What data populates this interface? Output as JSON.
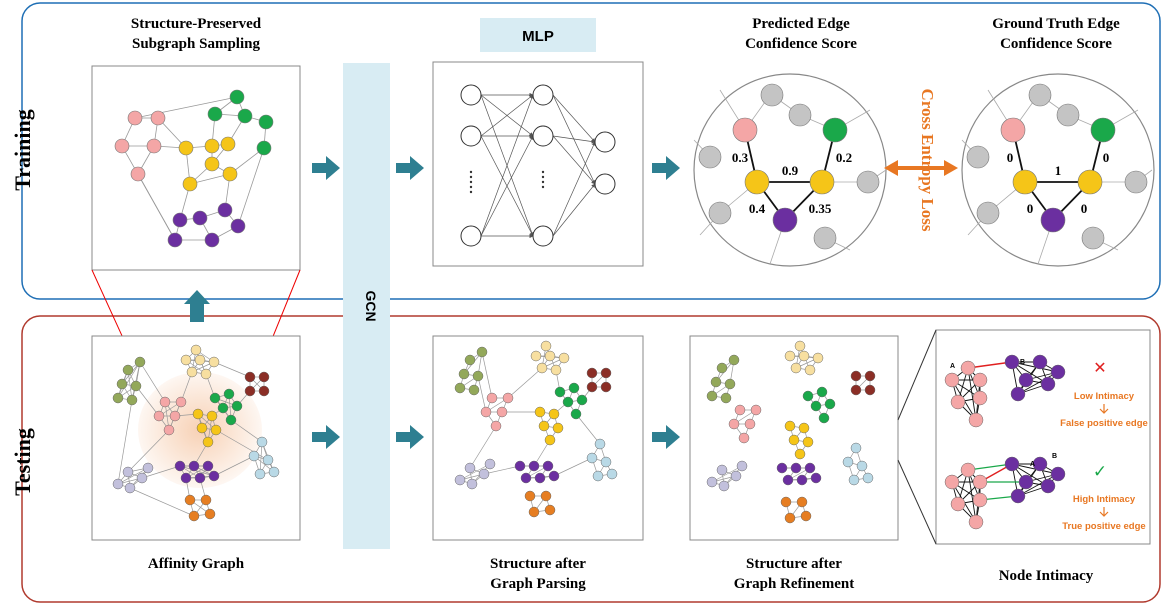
{
  "training": {
    "section_label": "Training",
    "subgraph_title": [
      "Structure-Preserved",
      "Subgraph Sampling"
    ],
    "mlp_label": "MLP",
    "predicted_title": [
      "Predicted Edge",
      "Confidence Score"
    ],
    "ground_truth_title": [
      "Ground Truth Edge",
      "Confidence Score"
    ],
    "loss_label": "Cross Entropy Loss",
    "predicted_scores": [
      "0.3",
      "0.9",
      "0.2",
      "0.4",
      "0.35"
    ],
    "ground_truth_scores": [
      "0",
      "1",
      "0",
      "0",
      "0"
    ]
  },
  "gcn_label": "GCN",
  "testing": {
    "section_label": "Testing",
    "affinity_title": "Affinity Graph",
    "parsing_title": [
      "Structure after",
      "Graph Parsing"
    ],
    "refinement_title": [
      "Structure after",
      "Graph Refinement"
    ],
    "intimacy_title": "Node Intimacy",
    "node_a_label": "A",
    "node_b_label": "B",
    "low_case": {
      "mark": "✕",
      "line1": "Low Intimacy",
      "line2": "False positive edge"
    },
    "high_case": {
      "mark": "✓",
      "line1": "High Intimacy",
      "line2": "True positive edge"
    }
  },
  "colors": {
    "training_border": "#1f6fb5",
    "testing_border": "#b03a2e",
    "gcn_bar": "#d8ecf3",
    "arrow": "#2e7f91",
    "orange": "#e87722",
    "pink": "#f4a6a6",
    "green": "#1aa84a",
    "yellow": "#f5c518",
    "purple": "#6b2fa0",
    "gray": "#c4c4c4",
    "olive": "#93a85a",
    "cream": "#f7dfa0",
    "brown": "#8b2e26",
    "lightblue": "#b9d9e6",
    "lavender": "#c2c0dc",
    "darkorange": "#e67e22"
  }
}
